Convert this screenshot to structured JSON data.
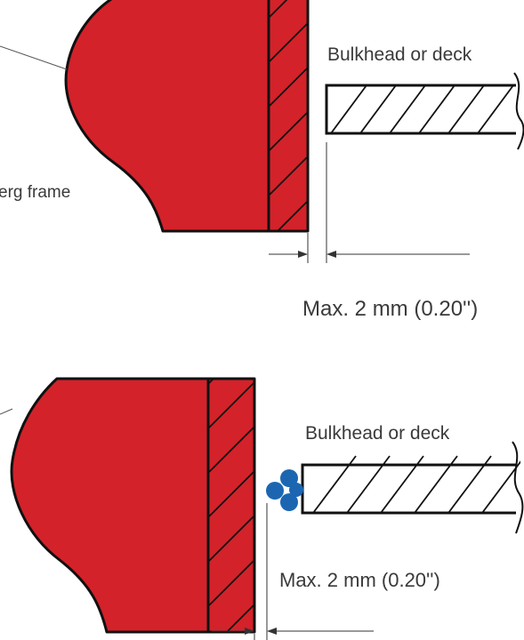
{
  "top_detail": {
    "frame_label": "erg frame",
    "surface_label": "Bulkhead or deck",
    "gap_label": "Max. 2 mm (0.20'')"
  },
  "bottom_detail": {
    "surface_label": "Bulkhead or deck",
    "gap_label": "Max. 2 mm (0.20'')"
  },
  "colors": {
    "frame_fill": "#d3222a",
    "sealant_fill": "#1c66b1",
    "outline": "#111111",
    "leader_line": "#555555",
    "text": "#3a3a3a"
  }
}
